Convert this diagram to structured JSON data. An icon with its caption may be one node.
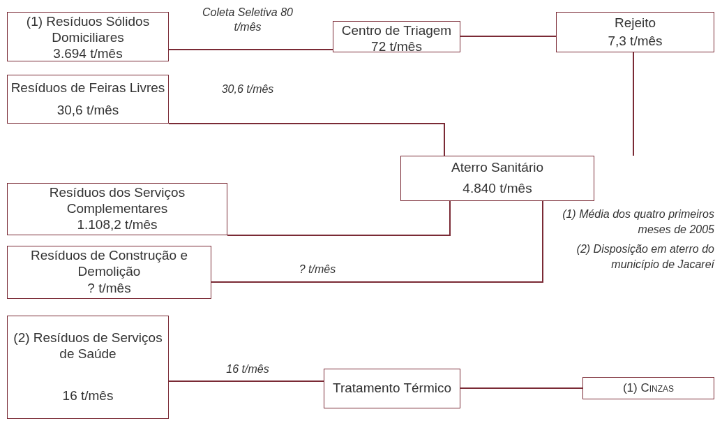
{
  "diagram": {
    "nodes": [
      {
        "text": [
          "(1) Resíduos Sólidos Domiciliares",
          "3.694 t/mês"
        ]
      },
      {
        "text": [
          "Centro de Triagem",
          "72 t/mês"
        ]
      },
      {
        "text": [
          "Rejeito",
          "7,3 t/mês"
        ]
      },
      {
        "text": [
          "Resíduos de Feiras Livres",
          "30,6 t/mês"
        ]
      },
      {
        "text": [
          "Aterro Sanitário",
          "4.840 t/mês"
        ]
      },
      {
        "text": [
          "Resíduos dos Serviços Complementares",
          "1.108,2 t/mês"
        ]
      },
      {
        "text": [
          "Resíduos de Construção e Demolição",
          "? t/mês"
        ]
      },
      {
        "text": [
          "(2) Resíduos de Serviços de Saúde",
          "16 t/mês"
        ]
      },
      {
        "text": [
          "Tratamento Térmico"
        ]
      },
      {
        "text": [
          "(1) Cinzas"
        ]
      }
    ],
    "edges": [
      {
        "from": 0,
        "to": 1,
        "arrow": "none",
        "label": "Coleta Seletiva 80 t/mês"
      },
      {
        "from": 1,
        "to": 2,
        "arrow": "none"
      },
      {
        "from": 2,
        "to": 4,
        "arrow": "none"
      },
      {
        "from": 3,
        "to": 4,
        "arrow": "none",
        "label": "30,6 t/mês"
      },
      {
        "from": 5,
        "to": 4,
        "arrow": "none"
      },
      {
        "from": 6,
        "to": 4,
        "arrow": "none",
        "label": "? t/mês"
      },
      {
        "from": 7,
        "to": 8,
        "arrow": "none",
        "label": "16 t/mês"
      },
      {
        "from": 8,
        "to": 9,
        "arrow": "none"
      }
    ],
    "labels": [
      "(1) Média dos quatro primeiros meses de 2005",
      "(2) Disposição em aterro do município de Jacareí"
    ]
  }
}
